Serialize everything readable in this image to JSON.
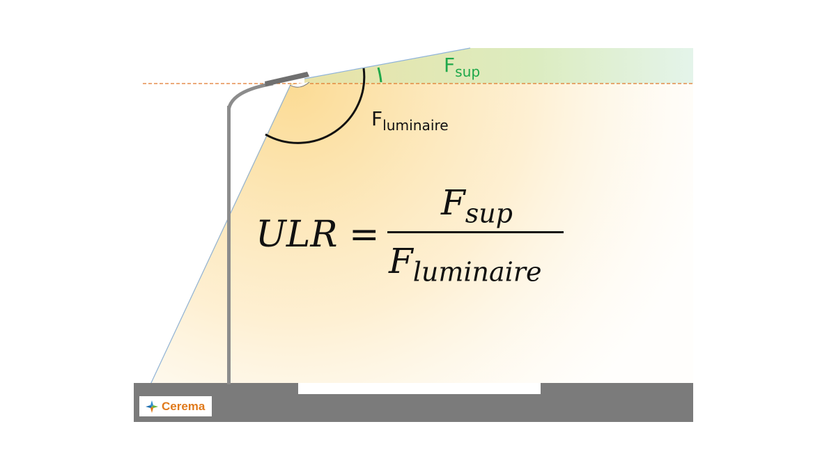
{
  "labels": {
    "f_sup": {
      "base": "F",
      "sub": "sup"
    },
    "f_luminaire": {
      "base": "F",
      "sub": "luminaire"
    }
  },
  "formula": {
    "lhs": "ULR",
    "equals": "=",
    "numerator_base": "F",
    "numerator_sub": "sup",
    "denominator_base": "F",
    "denominator_sub": "luminaire"
  },
  "logo": {
    "text": "Cerema"
  },
  "colors": {
    "background": "#ffffff",
    "light_beam": "#fbe3a8",
    "upward_beam": "#d9ecc4",
    "horizon_line": "#e0772b",
    "pole": "#8c8c8c",
    "ground": "#7b7b7b",
    "f_sup_label": "#1fa84a",
    "logo_text": "#e07a1c"
  }
}
